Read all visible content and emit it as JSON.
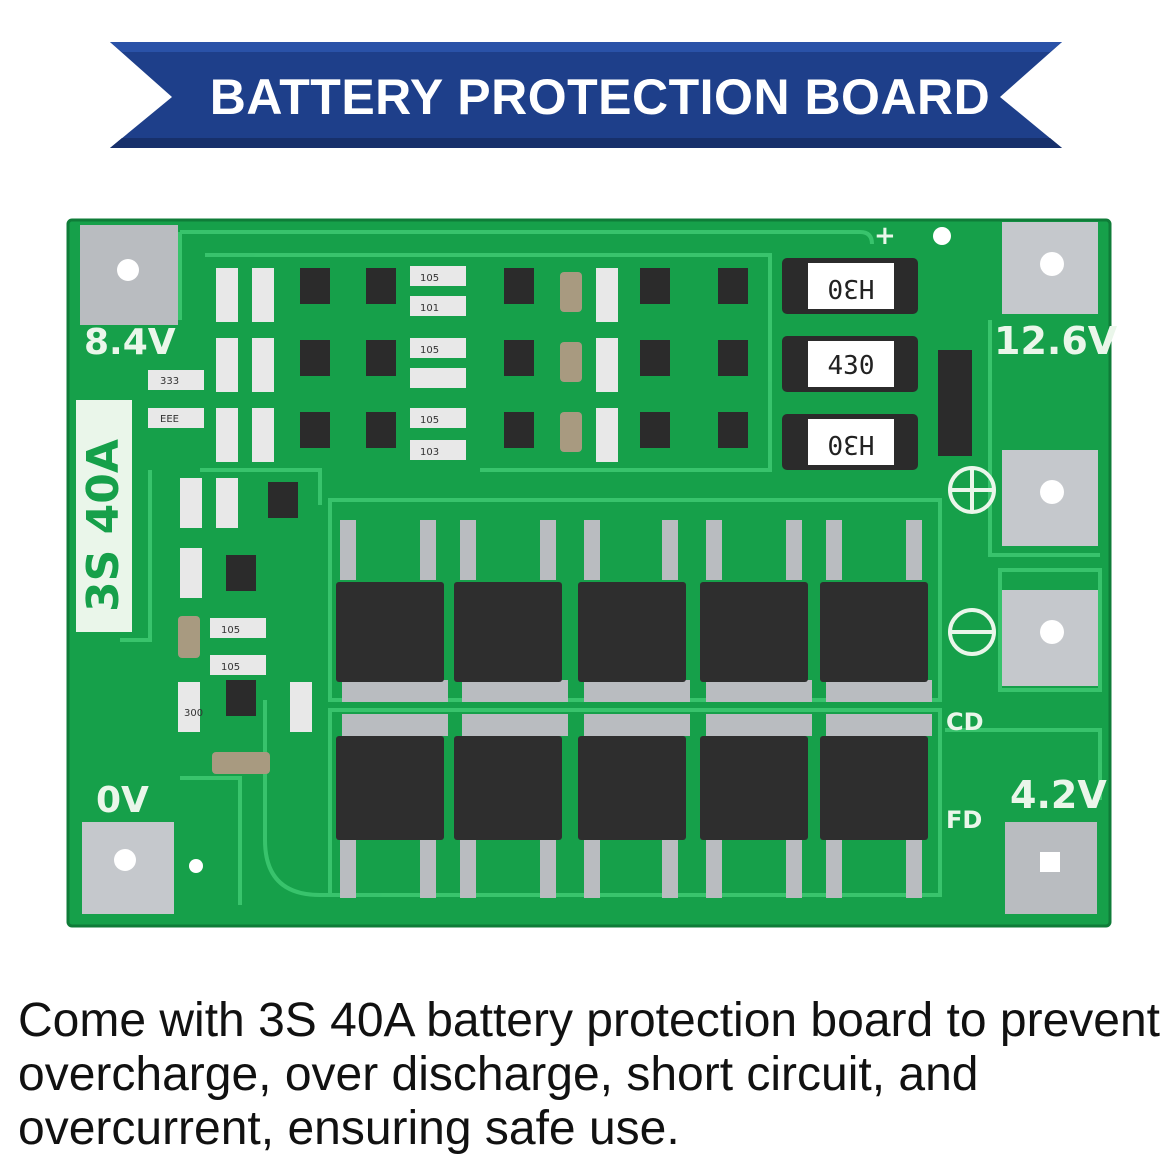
{
  "banner": {
    "title": "BATTERY PROTECTION BOARD"
  },
  "board": {
    "labels": {
      "input_voltage": "8.4V",
      "output_voltage": "12.6V",
      "ground": "0V",
      "cell_voltage": "4.2V",
      "cd": "CD",
      "fd": "FD",
      "plus": "+",
      "rating": "3S 40A"
    },
    "resistor_codes": [
      "105",
      "101",
      "103",
      "333",
      "300",
      "EEE"
    ],
    "shunt_codes": [
      "H30",
      "430",
      "H30"
    ]
  },
  "caption": {
    "text": "Come with 3S 40A battery protection board to prevent overcharge, over discharge, short circuit, and overcurrent, ensuring safe use."
  },
  "colors": {
    "banner": "#1e3f8a",
    "banner_edge": "#17306b",
    "pcb": "#16a04a",
    "trace": "#3fca72",
    "silkscreen": "#eaf6ea",
    "mosfet": "#2e2e2e",
    "pad": "#b9bcc0"
  }
}
